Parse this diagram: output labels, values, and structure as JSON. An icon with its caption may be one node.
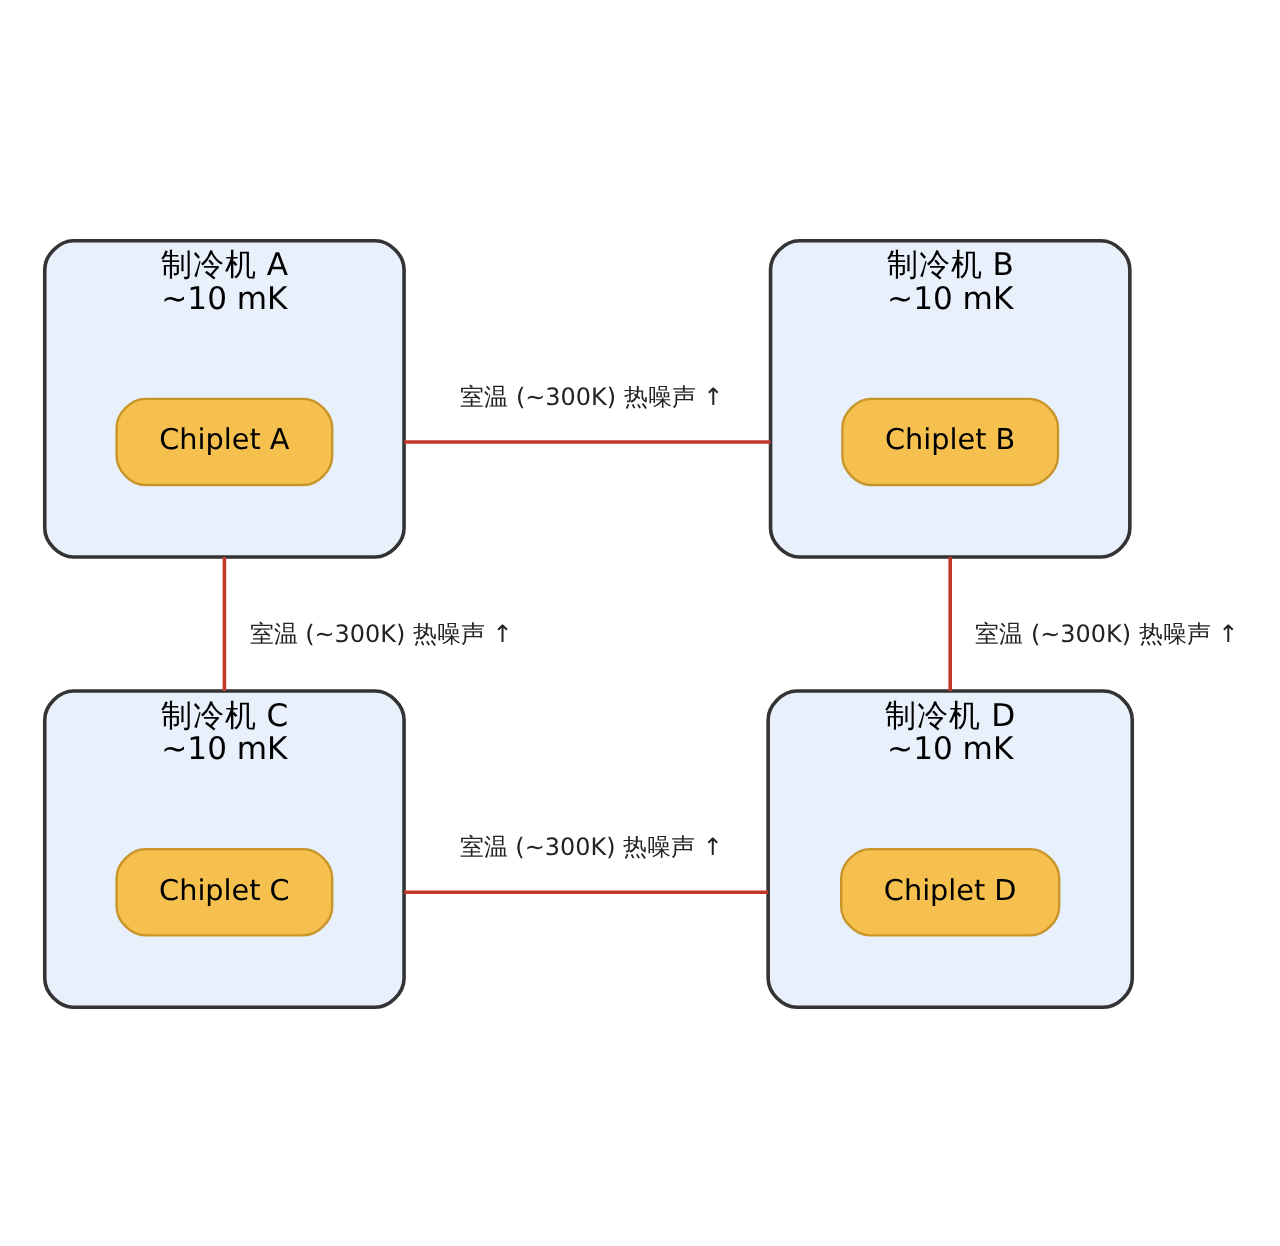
{
  "diagram": {
    "nodes": [
      {
        "text": [
          "制冷机 A",
          "~10 mK"
        ]
      },
      {
        "text": [
          "Chiplet A"
        ],
        "in": 0
      },
      {
        "text": [
          "制冷机 B",
          "~10 mK"
        ]
      },
      {
        "text": [
          "Chiplet B"
        ],
        "in": 2
      },
      {
        "text": [
          "制冷机 C",
          "~10 mK"
        ]
      },
      {
        "text": [
          "Chiplet C"
        ],
        "in": 4
      },
      {
        "text": [
          "制冷机 D",
          "~10 mK"
        ]
      },
      {
        "text": [
          "Chiplet D"
        ],
        "in": 6
      }
    ],
    "edges": [
      {
        "from": 0,
        "to": 2,
        "arrow": "none",
        "label": "室温 (~300K) 热噪声 ↑"
      },
      {
        "from": 0,
        "to": 4,
        "arrow": "none",
        "label": "室温 (~300K) 热噪声 ↑"
      },
      {
        "from": 2,
        "to": 6,
        "arrow": "none",
        "label": "室温 (~300K) 热噪声 ↑"
      },
      {
        "from": 4,
        "to": 6,
        "arrow": "none",
        "label": "室温 (~300K) 热噪声 ↑"
      }
    ]
  }
}
